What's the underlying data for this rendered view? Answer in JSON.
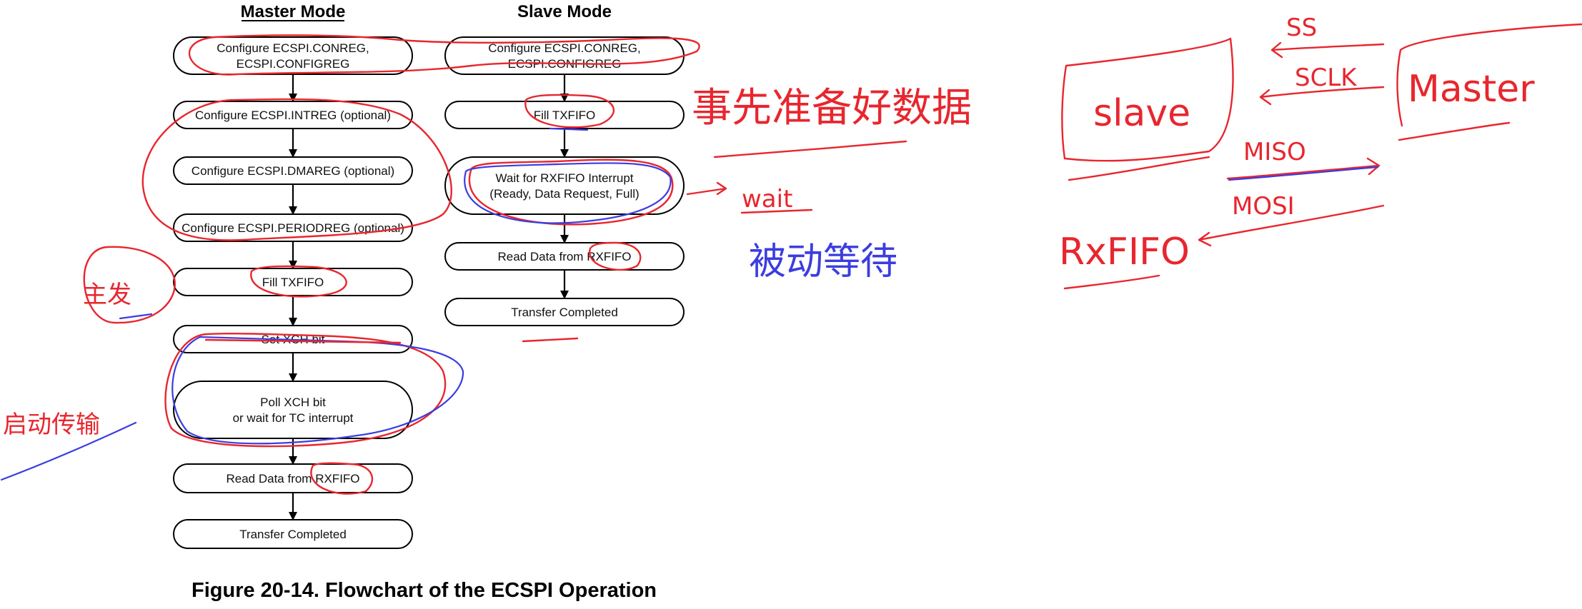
{
  "master": {
    "title": "Master Mode",
    "steps": [
      {
        "lines": [
          "Configure ECSPI.CONREG,",
          "ECSPI.CONFIGREG"
        ]
      },
      {
        "lines": [
          "Configure ECSPI.INTREG (optional)"
        ]
      },
      {
        "lines": [
          "Configure ECSPI.DMAREG (optional)"
        ]
      },
      {
        "lines": [
          "Configure ECSPI.PERIODREG (optional)"
        ]
      },
      {
        "lines": [
          "Fill TXFIFO"
        ]
      },
      {
        "lines": [
          "Set XCH bit"
        ]
      },
      {
        "lines": [
          "Poll XCH bit",
          "or wait for TC interrupt"
        ]
      },
      {
        "lines": [
          "Read Data from RXFIFO"
        ]
      },
      {
        "lines": [
          "Transfer Completed"
        ]
      }
    ]
  },
  "slave": {
    "title": "Slave Mode",
    "steps": [
      {
        "lines": [
          "Configure ECSPI.CONREG,",
          "ECSPI.CONFIGREG"
        ]
      },
      {
        "lines": [
          "Fill TXFIFO"
        ]
      },
      {
        "lines": [
          "Wait for RXFIFO Interrupt",
          "(Ready, Data Request, Full)"
        ]
      },
      {
        "lines": [
          "Read Data from RXFIFO"
        ]
      },
      {
        "lines": [
          "Transfer Completed"
        ]
      }
    ]
  },
  "caption": "Figure 20-14. Flowchart of the ECSPI Operation",
  "annotations": {
    "prepare_data": "事先准备好数据",
    "wait": "wait",
    "passive_wait": "被动等待",
    "initiative": "主发",
    "start_transfer": "启动传输",
    "slave_box": "slave",
    "master_box": "Master",
    "ss": "SS",
    "sclk": "SCLK",
    "miso": "MISO",
    "mosi": "MOSI",
    "rxfifo": "RxFIFO"
  },
  "colors": {
    "red_ink": "#e8262e",
    "blue_ink": "#3b3de0",
    "box_stroke": "#000000"
  }
}
